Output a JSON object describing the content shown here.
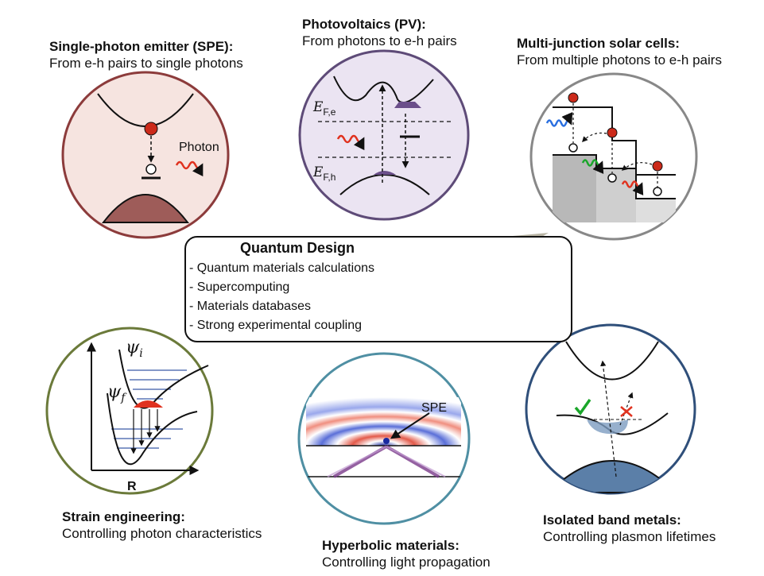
{
  "panels": {
    "spe": {
      "title": "Single-photon emitter (SPE):",
      "subtitle": "From e-h pairs to single photons",
      "photon_label": "Photon",
      "color": "#8c3b3b",
      "fill": "#f6e4e0",
      "band": "#9e5c59"
    },
    "pv": {
      "title": "Photovoltaics (PV):",
      "subtitle": "From photons to e-h pairs",
      "ef_e": "E",
      "ef_e_sub": "F,e",
      "ef_h": "E",
      "ef_h_sub": "F,h",
      "color": "#5e4b78",
      "fill": "#ebe4f2",
      "band": "#6b4f8a"
    },
    "mj": {
      "title": "Multi-junction solar cells:",
      "subtitle": "From multiple photons  to e-h pairs",
      "color": "#888888",
      "fill": "#ffffff"
    },
    "strain": {
      "title": "Strain engineering:",
      "subtitle": "Controlling photon characteristics",
      "psi_i": "ψ",
      "psi_i_sub": "i",
      "psi_f": "ψ",
      "psi_f_sub": "f",
      "axis_r": "R",
      "color": "#6b7a3a",
      "fill": "#ffffff"
    },
    "hyper": {
      "title": "Hyperbolic materials:",
      "subtitle": "Controlling light propagation",
      "spe_label": "SPE",
      "color": "#4f8fa3",
      "fill": "#ffffff"
    },
    "isolated": {
      "title": "Isolated band metals:",
      "subtitle": "Controlling plasmon lifetimes",
      "color": "#2f4f7a",
      "fill": "#ffffff",
      "band": "#5b7fa8"
    }
  },
  "center": {
    "title": "Quantum Design",
    "items": [
      "Quantum materials calculations",
      "Supercomputing",
      "Materials databases",
      "Strong experimental coupling"
    ]
  }
}
